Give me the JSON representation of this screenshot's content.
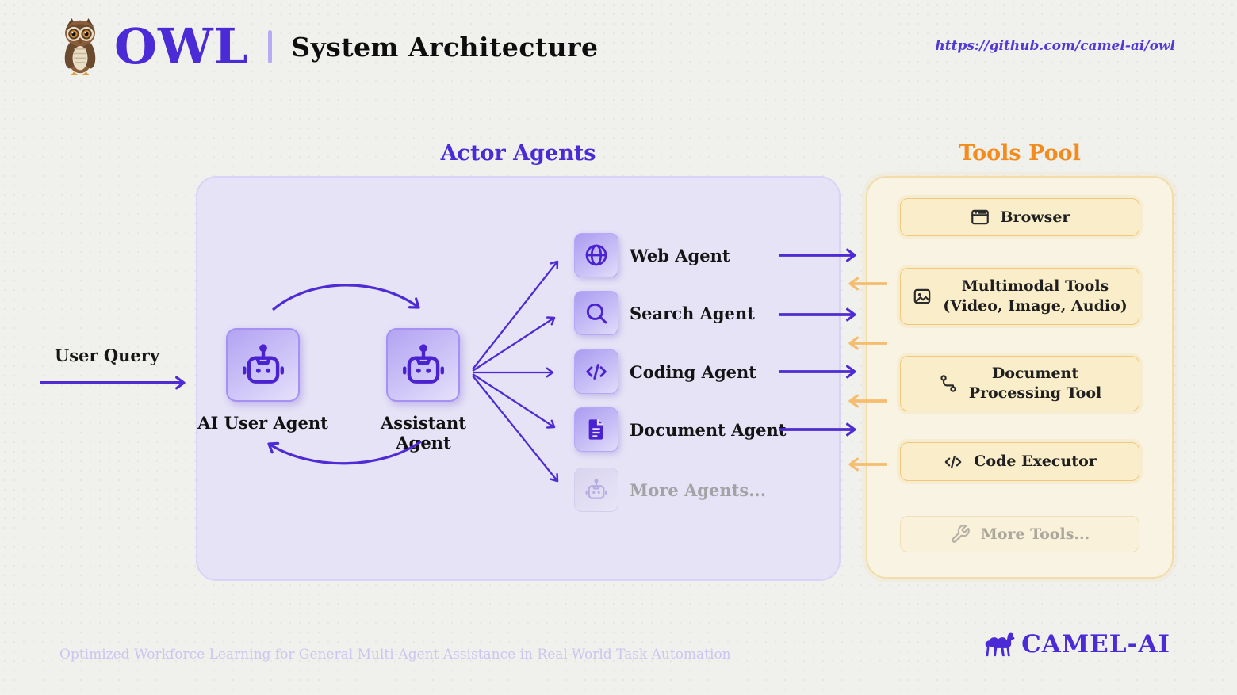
{
  "header": {
    "logo": "owl-emoji-icon",
    "brand": "OWL",
    "subtitle": "System Architecture",
    "url": "https://github.com/camel-ai/owl"
  },
  "actor_agents": {
    "title": "Actor Agents",
    "user_query_label": "User Query",
    "ai_user_agent_label": "AI User Agent",
    "assistant_agent_label": "Assistant Agent",
    "agents": [
      {
        "label": "Web Agent",
        "icon": "globe-icon",
        "muted": false
      },
      {
        "label": "Search Agent",
        "icon": "search-icon",
        "muted": false
      },
      {
        "label": "Coding Agent",
        "icon": "code-icon",
        "muted": false
      },
      {
        "label": "Document Agent",
        "icon": "document-icon",
        "muted": false
      },
      {
        "label": "More Agents...",
        "icon": "robot-icon",
        "muted": true
      }
    ]
  },
  "tools_pool": {
    "title": "Tools Pool",
    "tools": [
      {
        "label_lines": [
          "Browser"
        ],
        "icon": "browser-window-icon",
        "muted": false
      },
      {
        "label_lines": [
          "Multimodal Tools",
          "(Video, Image, Audio)"
        ],
        "icon": "image-icon",
        "muted": false
      },
      {
        "label_lines": [
          "Document",
          "Processing Tool"
        ],
        "icon": "route-branch-icon",
        "muted": false
      },
      {
        "label_lines": [
          "Code Executor"
        ],
        "icon": "code-icon",
        "muted": false
      },
      {
        "label_lines": [
          "More Tools..."
        ],
        "icon": "wrench-icon",
        "muted": true
      }
    ]
  },
  "footer": {
    "tagline": "Optimized Workforce Learning for General Multi-Agent Assistance in Real-World Task Automation",
    "brand": "CAMEL-AI"
  },
  "colors": {
    "purple_accent": "#4a2bd6",
    "purple_arrow": "#4e2bd2",
    "orange_accent": "#f28c1e",
    "orange_arrow": "#f5bd6d",
    "actor_panel_bg": "#e6e3f6",
    "tools_panel_bg": "#f8f3e3",
    "tool_card_bg": "#faeeca",
    "background": "#f0f0ed"
  }
}
